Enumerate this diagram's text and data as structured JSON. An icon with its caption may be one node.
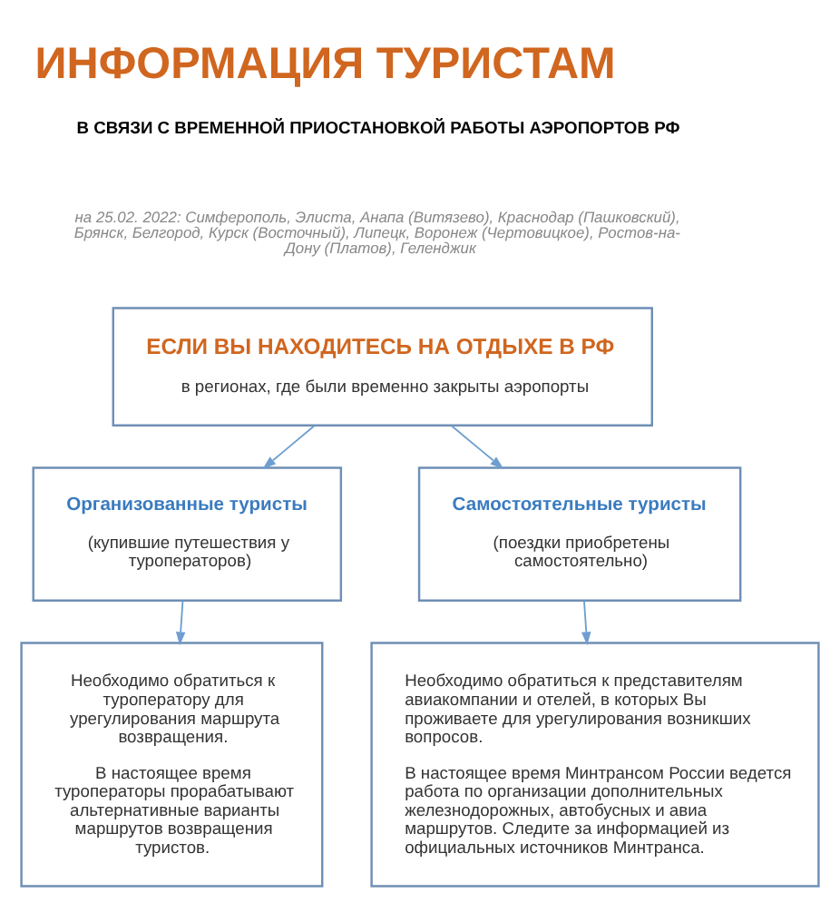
{
  "diagram": {
    "title": "ИНФОРМАЦИЯ ТУРИСТАМ",
    "nodes": [
      {
        "text": [
          "ЕСЛИ ВЫ НАХОДИТЕСЬ НА ОТДЫХЕ В РФ",
          "в регионах, где были временно закрыты аэропорты"
        ]
      },
      {
        "text": [
          "Организованные туристы",
          "(купившие путешествия у туроператоров)"
        ]
      },
      {
        "text": [
          "Самостоятельные туристы",
          "(поездки приобретены самостоятельно)"
        ]
      },
      {
        "text": [
          "Необходимо обратиться к туроператору для урегулирования маршрута возвращения.",
          "В настоящее время туроператоры прорабатывают альтернативные варианты маршрутов возвращения туристов."
        ]
      },
      {
        "text": [
          "Необходимо обратиться к представителям авиакомпании и отелей, в которых Вы проживаете для урегулирования возникших вопросов.",
          "В настоящее время Минтрансом России ведется работа по организации дополнительных железнодорожных, автобусных и авиа маршрутов. Следите за информацией из официальных источников Минтранса."
        ]
      }
    ],
    "edges": [
      {
        "from": 0,
        "to": 1,
        "arrow": "to"
      },
      {
        "from": 0,
        "to": 2,
        "arrow": "to"
      },
      {
        "from": 1,
        "to": 3,
        "arrow": "to"
      },
      {
        "from": 2,
        "to": 4,
        "arrow": "to"
      }
    ],
    "labels": [
      "В СВЯЗИ С ВРЕМЕННОЙ ПРИОСТАНОВКОЙ РАБОТЫ АЭРОПОРТОВ РФ",
      "на 25.02. 2022: Симферополь, Элиста, Анапа (Витязево), Краснодар (Пашковский), Брянск, Белгород, Курск (Восточный), Липецк, Воронеж (Чертовицкое), Ростов-на-Дону (Платов), Геленджик"
    ]
  }
}
